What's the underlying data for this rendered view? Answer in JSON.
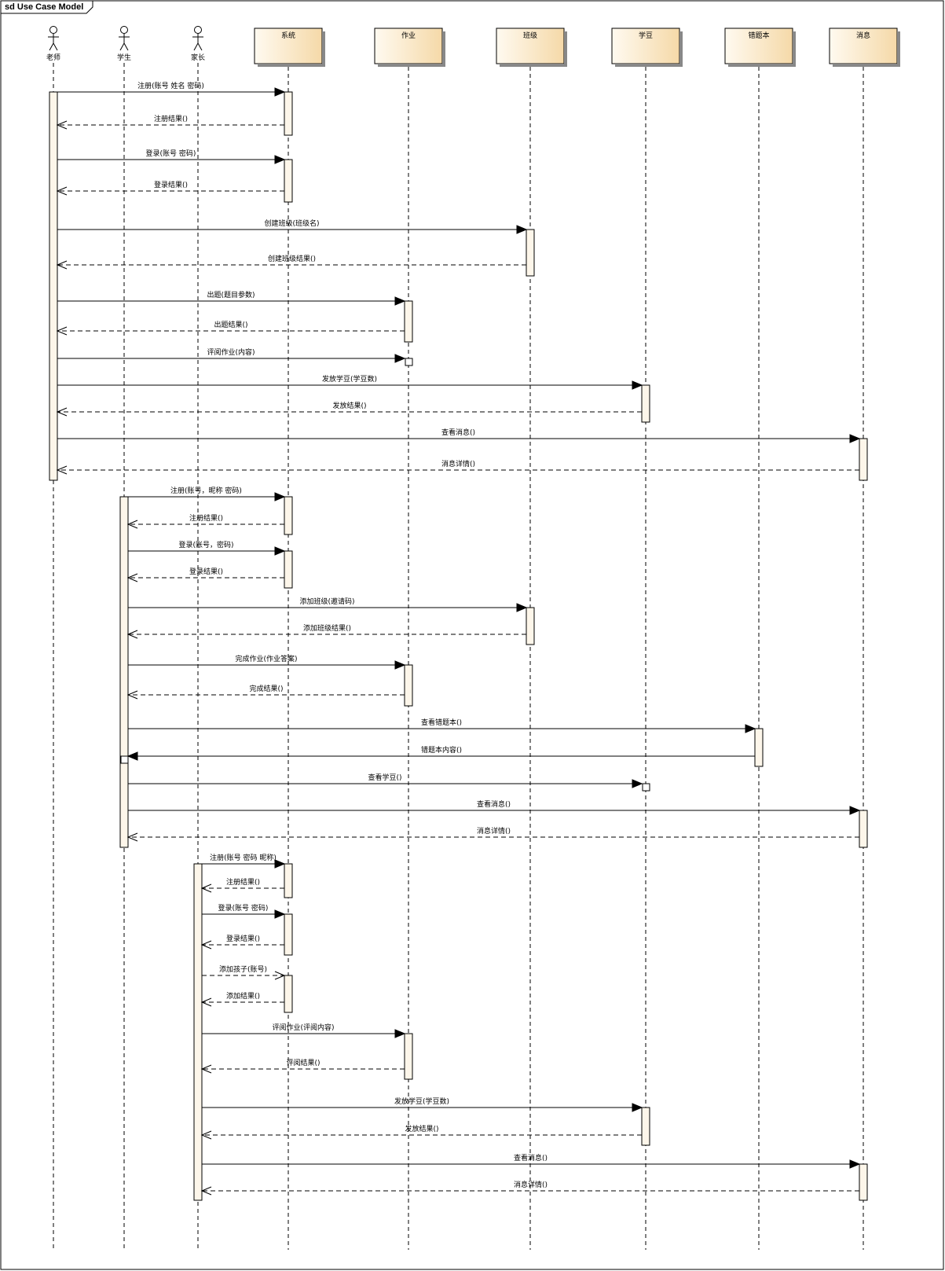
{
  "diagram": {
    "title": "sd Use Case Model",
    "actors": [
      "老师",
      "学生",
      "家长"
    ],
    "objects": [
      "系统",
      "作业",
      "班级",
      "学豆",
      "错题本",
      "消息"
    ],
    "colors": {
      "box_fill_light": "#fffaf0",
      "box_fill_dark": "#f5d9a8",
      "activation_fill": "#fdf6ea",
      "line": "#000000"
    },
    "messages": [
      {
        "from": "老师",
        "to": "系统",
        "kind": "call",
        "label": "注册(账号 姓名 密码)"
      },
      {
        "from": "系统",
        "to": "老师",
        "kind": "return",
        "label": "注册结果()"
      },
      {
        "from": "老师",
        "to": "系统",
        "kind": "call",
        "label": "登录(账号 密码)"
      },
      {
        "from": "系统",
        "to": "老师",
        "kind": "return",
        "label": "登录结果()"
      },
      {
        "from": "老师",
        "to": "班级",
        "kind": "call",
        "label": "创建班级(班级名)"
      },
      {
        "from": "班级",
        "to": "老师",
        "kind": "return",
        "label": "创建班级结果()"
      },
      {
        "from": "老师",
        "to": "作业",
        "kind": "call",
        "label": "出题(题目参数)"
      },
      {
        "from": "作业",
        "to": "老师",
        "kind": "return",
        "label": "出题结果()"
      },
      {
        "from": "老师",
        "to": "作业",
        "kind": "call",
        "label": "评阅作业(内容)"
      },
      {
        "from": "老师",
        "to": "学豆",
        "kind": "call",
        "label": "发放学豆(学豆数)"
      },
      {
        "from": "学豆",
        "to": "老师",
        "kind": "return",
        "label": "发放结果()"
      },
      {
        "from": "老师",
        "to": "消息",
        "kind": "call",
        "label": "查看消息()"
      },
      {
        "from": "消息",
        "to": "老师",
        "kind": "return",
        "label": "消息详情()"
      },
      {
        "from": "学生",
        "to": "系统",
        "kind": "call",
        "label": "注册(账号，昵称 密码)"
      },
      {
        "from": "系统",
        "to": "学生",
        "kind": "return",
        "label": "注册结果()"
      },
      {
        "from": "学生",
        "to": "系统",
        "kind": "call",
        "label": "登录(账号，密码)"
      },
      {
        "from": "系统",
        "to": "学生",
        "kind": "return",
        "label": "登录结果()"
      },
      {
        "from": "学生",
        "to": "班级",
        "kind": "call",
        "label": "添加班级(邀请码)"
      },
      {
        "from": "班级",
        "to": "学生",
        "kind": "return",
        "label": "添加班级结果()"
      },
      {
        "from": "学生",
        "to": "作业",
        "kind": "call",
        "label": "完成作业(作业答案)"
      },
      {
        "from": "作业",
        "to": "学生",
        "kind": "return",
        "label": "完成结果()"
      },
      {
        "from": "学生",
        "to": "错题本",
        "kind": "call",
        "label": "查看错题本()"
      },
      {
        "from": "错题本",
        "to": "学生",
        "kind": "call",
        "label": "错题本内容()"
      },
      {
        "from": "学生",
        "to": "学豆",
        "kind": "call",
        "label": "查看学豆()"
      },
      {
        "from": "学生",
        "to": "消息",
        "kind": "call",
        "label": "查看消息()"
      },
      {
        "from": "消息",
        "to": "学生",
        "kind": "return",
        "label": "消息详情()"
      },
      {
        "from": "家长",
        "to": "系统",
        "kind": "call",
        "label": "注册(账号 密码 昵称)"
      },
      {
        "from": "系统",
        "to": "家长",
        "kind": "return",
        "label": "注册结果()"
      },
      {
        "from": "家长",
        "to": "系统",
        "kind": "call",
        "label": "登录(账号 密码)"
      },
      {
        "from": "系统",
        "to": "家长",
        "kind": "return",
        "label": "登录结果()"
      },
      {
        "from": "家长",
        "to": "系统",
        "kind": "async",
        "label": "添加孩子(账号)"
      },
      {
        "from": "系统",
        "to": "家长",
        "kind": "return",
        "label": "添加结果()"
      },
      {
        "from": "家长",
        "to": "作业",
        "kind": "call",
        "label": "评阅作业(评阅内容)"
      },
      {
        "from": "作业",
        "to": "家长",
        "kind": "return",
        "label": "评阅结果()"
      },
      {
        "from": "家长",
        "to": "学豆",
        "kind": "call",
        "label": "发放学豆(学豆数)"
      },
      {
        "from": "学豆",
        "to": "家长",
        "kind": "return",
        "label": "发放结果()"
      },
      {
        "from": "家长",
        "to": "消息",
        "kind": "call",
        "label": "查看消息()"
      },
      {
        "from": "消息",
        "to": "家长",
        "kind": "return",
        "label": "消息详情()"
      }
    ]
  }
}
